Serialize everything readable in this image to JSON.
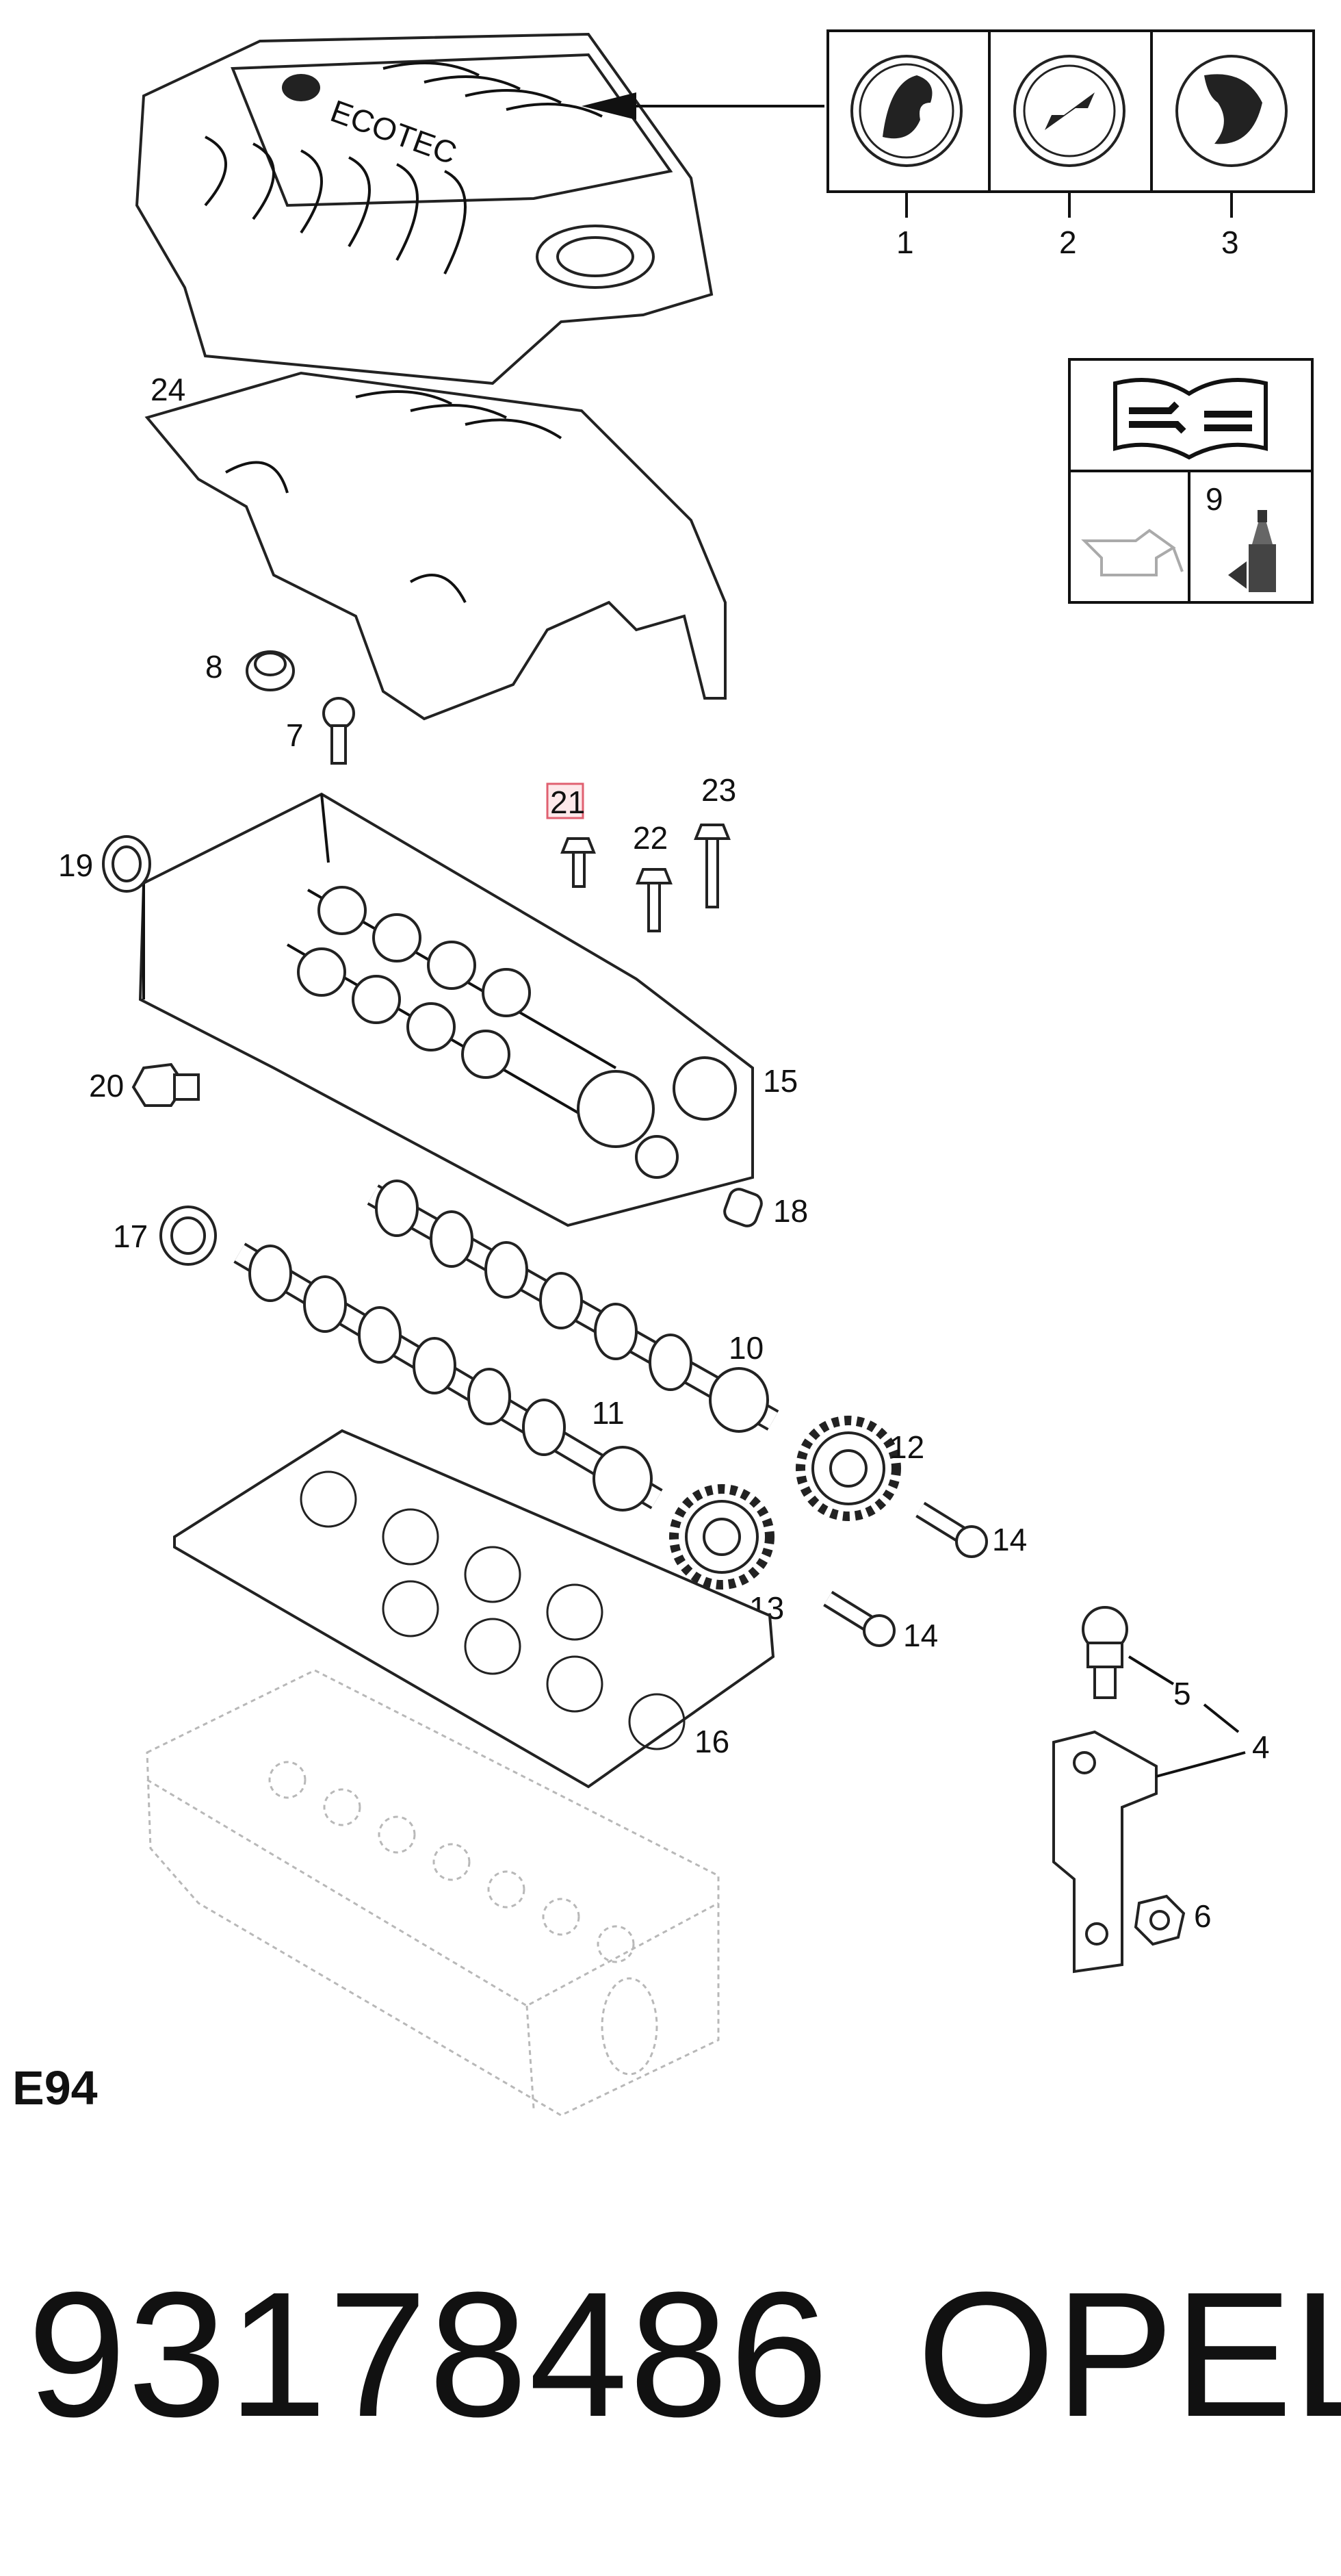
{
  "diagram": {
    "cover_text": "ECOTEC",
    "callouts": {
      "c1": "1",
      "c2": "2",
      "c3": "3",
      "c4": "4",
      "c5": "5",
      "c6": "6",
      "c7": "7",
      "c8": "8",
      "c9": "9",
      "c10": "10",
      "c11": "11",
      "c12": "12",
      "c13": "13",
      "c14a": "14",
      "c14b": "14",
      "c15": "15",
      "c16": "16",
      "c17": "17",
      "c18": "18",
      "c19": "19",
      "c20": "20",
      "c21": "21",
      "c22": "22",
      "c23": "23",
      "c24": "24"
    },
    "highlight_color": "#e06070",
    "icons": [
      "vauxhall-griffin-icon",
      "opel-lightning-icon",
      "holden-lion-icon",
      "manual-book-icon",
      "oil-can-icon",
      "sealant-tube-icon"
    ]
  },
  "footer": {
    "section_code": "E94",
    "part_number": "93178486",
    "brand": "OPEL"
  }
}
